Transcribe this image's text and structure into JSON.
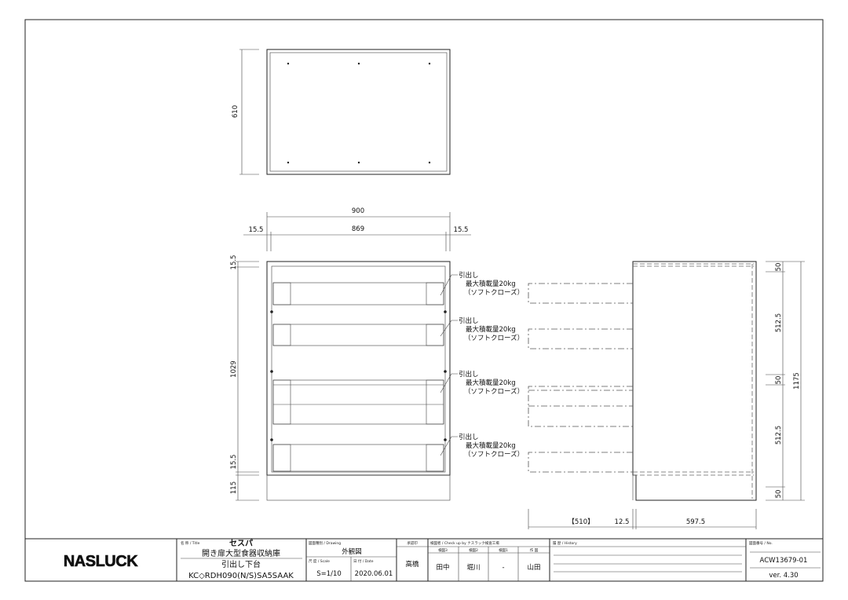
{
  "drawing": {
    "top_view": {
      "depth": "610"
    },
    "front_view": {
      "overall_width": "900",
      "inner_width": "869",
      "side_thickness_left": "15.5",
      "side_thickness_right": "15.5",
      "top_thickness": "15.5",
      "inner_height": "1029",
      "bottom_thickness": "15.5",
      "plinth_height": "115",
      "drawer_notes": [
        {
          "l1": "引出し",
          "l2": "最大積載量20kg",
          "l3": "（ソフトクローズ）"
        },
        {
          "l1": "引出し",
          "l2": "最大積載量20kg",
          "l3": "（ソフトクローズ）"
        },
        {
          "l1": "引出し",
          "l2": "最大積載量20kg",
          "l3": "（ソフトクローズ）"
        },
        {
          "l1": "引出し",
          "l2": "最大積載量20kg",
          "l3": "（ソフトクローズ）"
        }
      ]
    },
    "side_view": {
      "heights": [
        "50",
        "512.5",
        "50",
        "512.5",
        "50"
      ],
      "overall_height": "1175",
      "drawer_extension": "【510】",
      "front_offset": "12.5",
      "depth": "597.5"
    }
  },
  "title_block": {
    "logo": "NASLUCK",
    "title_label": "名 称 / Title",
    "title_line1": "セスパ",
    "title_line2": "開き扉大型食器収納庫",
    "title_line3": "引出し下台",
    "title_line4": "KC◇RDH090(N/S)SA5SAAK",
    "drawing_label": "図面種別 / Drawing",
    "drawing_type": "外観図",
    "scale_label": "尺 度 / Scale",
    "scale": "S=1/10",
    "date_label": "日 付 / Date",
    "date": "2020.06.01",
    "approval_label": "承認印",
    "approver": "高橋",
    "check_label": "検図者 / Check up by ナスラック検査工場",
    "checkers": [
      {
        "role": "検図3",
        "name": "田中"
      },
      {
        "role": "検図2",
        "name": "堀川"
      },
      {
        "role": "検図1",
        "name": "-"
      },
      {
        "role": "作 図",
        "name": "山田"
      }
    ],
    "history_label": "履 歴 / History",
    "number_label": "図面番号 / No.",
    "number": "ACW13679-01",
    "version": "ver. 4.30"
  }
}
